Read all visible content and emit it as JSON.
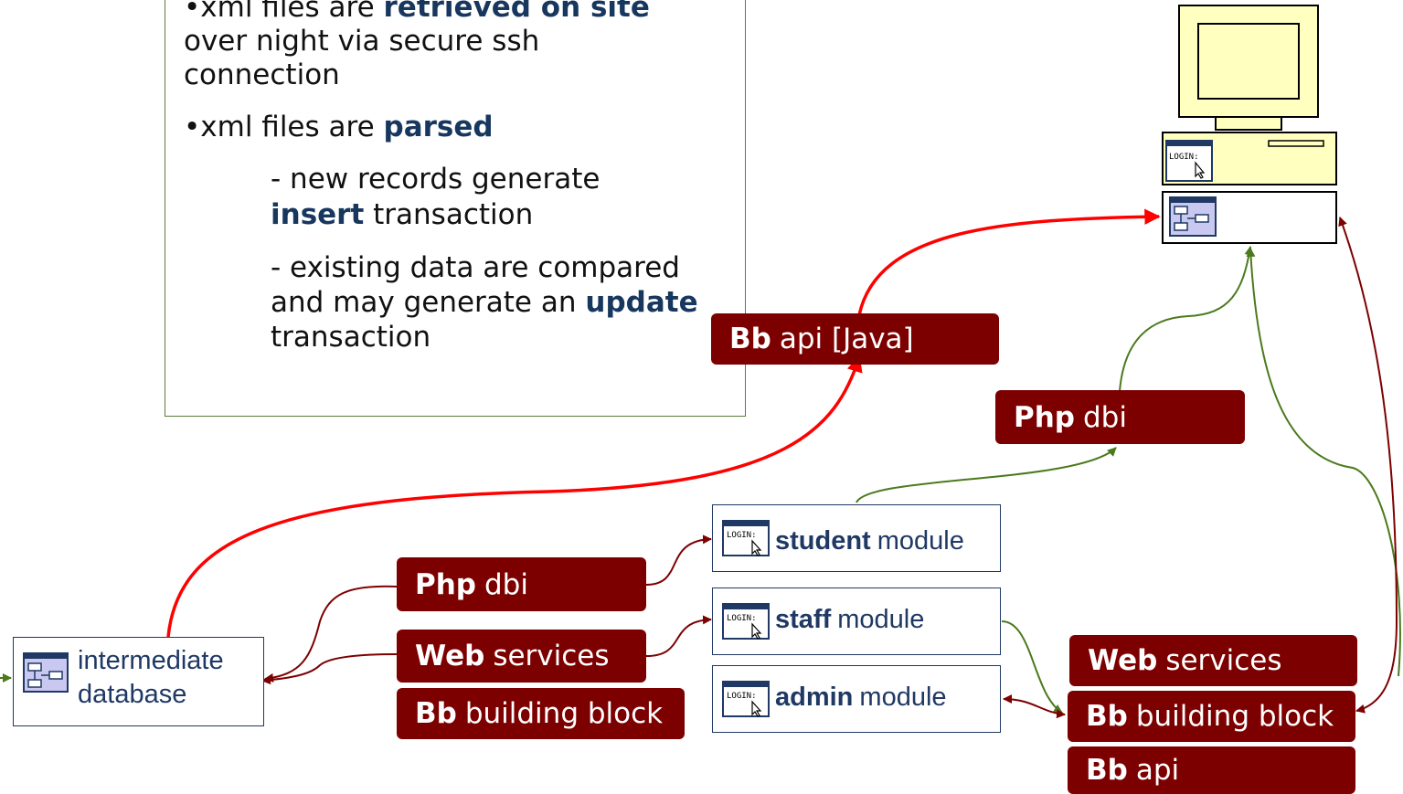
{
  "notes": {
    "line1": {
      "prefix": "•xml files are ",
      "bold": "retrieved on site"
    },
    "line2": "over night via secure ssh",
    "line3": "connection",
    "line4": {
      "prefix": "•xml files are ",
      "bold": "parsed"
    },
    "line5": "- new records generate",
    "line6": {
      "bold": "insert",
      "suffix": " transaction"
    },
    "line7": "- existing data are compared",
    "line8": {
      "prefix": "and may generate an ",
      "bold": "update"
    },
    "line9": "transaction"
  },
  "tags": {
    "bb_api_java": {
      "bold": "Bb",
      "text": "api [Java]"
    },
    "php_dbi_right": {
      "bold": "Php",
      "text": "dbi"
    },
    "php_dbi_left": {
      "bold": "Php",
      "text": "dbi"
    },
    "web_services_left": {
      "bold": "Web",
      "text": "services"
    },
    "bb_building_block_left": {
      "bold": "Bb",
      "text": "building block"
    },
    "web_services_right": {
      "bold": "Web",
      "text": "services"
    },
    "bb_building_block_right": {
      "bold": "Bb",
      "text": "building block"
    },
    "bb_api_right": {
      "bold": "Bb",
      "text": "api"
    }
  },
  "modules": {
    "student": {
      "bold": "student",
      "text": "module"
    },
    "staff": {
      "bold": "staff",
      "text": "module"
    },
    "admin": {
      "bold": "admin",
      "text": "module"
    }
  },
  "database": {
    "line1": "intermediate",
    "line2": "database"
  },
  "computer": {
    "login_label": "LOGIN:"
  },
  "colors": {
    "tag": "#7d0000",
    "wire_red": "#ff0000",
    "wire_green": "#4b7a1c",
    "wire_darkred": "#7d0000",
    "text_blue": "#1f3864",
    "monitor": "#ffffc0"
  },
  "icons": [
    "login-window-icon",
    "flowchart-window-icon",
    "computer-icon"
  ]
}
